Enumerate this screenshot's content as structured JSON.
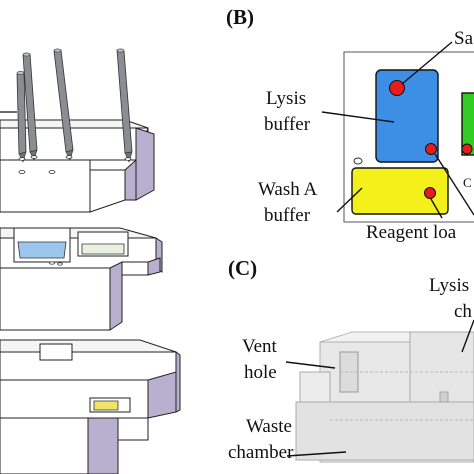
{
  "panels": {
    "b": {
      "letter": "(B)",
      "labels": {
        "sa": "Sa",
        "lysis_1": "Lysis",
        "lysis_2": "buffer",
        "wash_1": "Wash A",
        "wash_2": "buffer",
        "reagent": "Reagent loa",
        "c_fragment": "C"
      }
    },
    "c": {
      "letter": "(C)",
      "labels": {
        "lysis_top": "Lysis",
        "lysis_top_2": "ch",
        "vent_1": "Vent",
        "vent_2": "hole",
        "waste_1": "Waste",
        "waste_2": "chamber"
      }
    }
  },
  "colors": {
    "lysis_blue": "#3d8fe6",
    "wash_yellow": "#f3f01a",
    "green_chamber": "#33cc22",
    "red_port": "#e81c1c",
    "block_side": "#b8b0cf",
    "block_face": "#ffffff",
    "pin_gray": "#8a8d92",
    "yellow_slot": "#f1e26a"
  }
}
